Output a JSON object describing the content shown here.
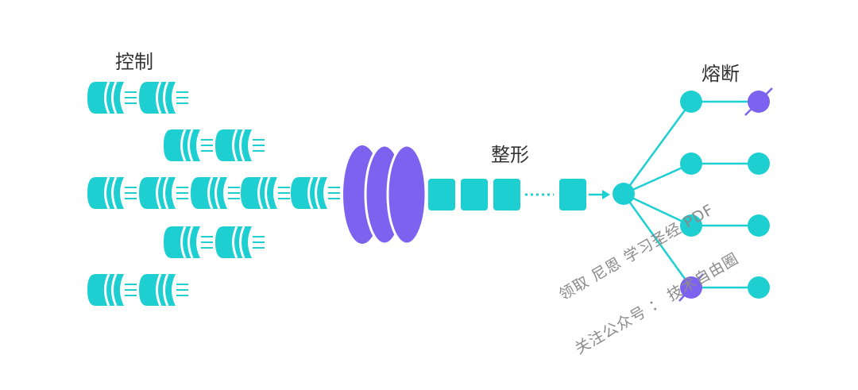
{
  "labels": {
    "control": "控制",
    "shaping": "整形",
    "circuit_breaking": "熔断"
  },
  "watermark": {
    "line1": "领取 尼恩 学习圣经 PDF",
    "line2": "关注公众号 ：  技术自由圈"
  },
  "colors": {
    "teal": "#1dcfd1",
    "teal_dark": "#0fb8ba",
    "purple": "#7b63f0",
    "label_text": "#333333"
  }
}
